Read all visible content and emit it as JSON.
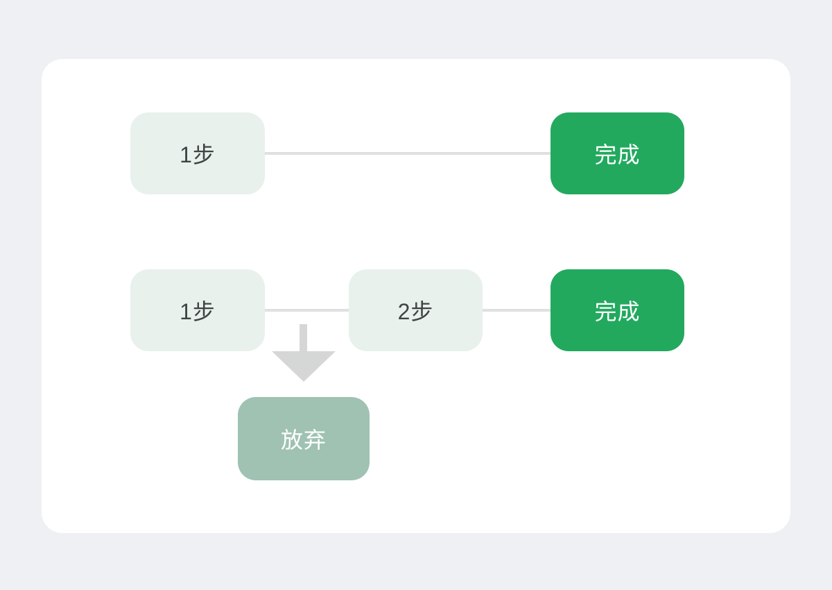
{
  "colors": {
    "page_background": "#EEF0F4",
    "card_background": "#FFFFFF",
    "node_step_bg": "#E8F1EC",
    "node_step_text": "#3E4444",
    "node_success_bg": "#22A95E",
    "node_success_text": "#FFFFFF",
    "node_abandon_bg": "#9FC2B2",
    "node_abandon_text": "#FFFFFF",
    "connector_line": "#DEE1E1",
    "arrow": "#D5D7D7"
  },
  "flows": [
    {
      "nodes": [
        {
          "label": "1步",
          "type": "step"
        },
        {
          "label": "完成",
          "type": "success"
        }
      ]
    },
    {
      "nodes": [
        {
          "label": "1步",
          "type": "step"
        },
        {
          "label": "2步",
          "type": "step"
        },
        {
          "label": "完成",
          "type": "success"
        }
      ],
      "branch": {
        "label": "放弃",
        "type": "abandon"
      }
    }
  ]
}
